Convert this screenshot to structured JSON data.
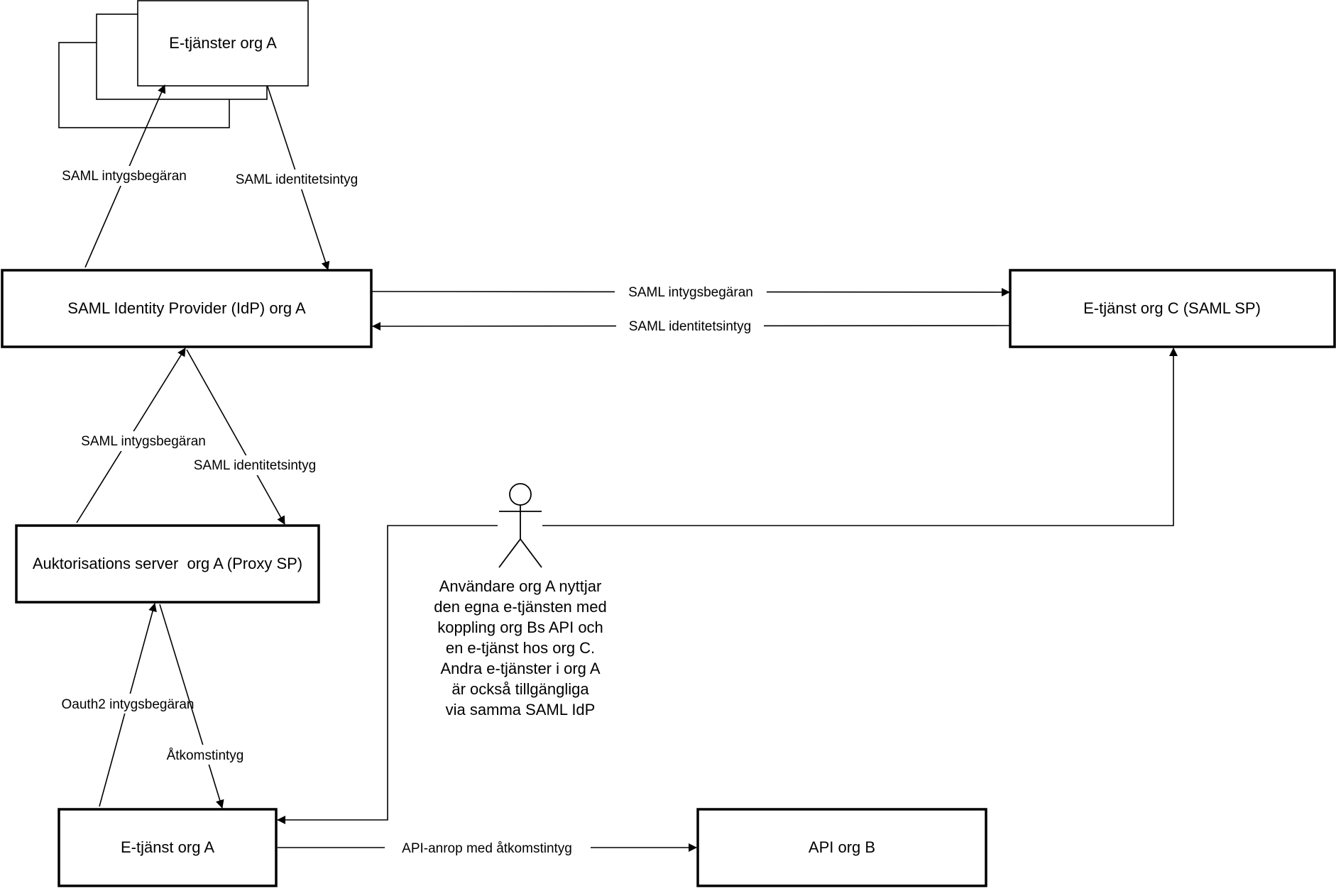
{
  "nodes": {
    "eservices_a": "E-tjänster org A",
    "idp_a": "SAML Identity Provider (IdP) org A",
    "eservice_c": "E-tjänst org C (SAML SP)",
    "auth_server": "Auktorisations server  org A (Proxy SP)",
    "eservice_a": "E-tjänst org A",
    "api_b": "API org B"
  },
  "edges": {
    "idp_to_eservices_request": "SAML intygsbegäran",
    "eservices_to_idp_assertion": "SAML identitetsintyg",
    "idp_to_c_request": "SAML intygsbegäran",
    "c_to_idp_assertion": "SAML identitetsintyg",
    "auth_to_idp_request": "SAML intygsbegäran",
    "idp_to_auth_assertion": "SAML identitetsintyg",
    "eservice_to_auth_request": "Oauth2 intygsbegäran",
    "auth_to_eservice_token": "Åtkomstintyg",
    "eservice_to_api": "API-anrop med åtkomstintyg"
  },
  "actor": {
    "description_lines": [
      "Användare org A nyttjar",
      "den egna e-tjänsten med",
      "koppling org Bs API och",
      "en e-tjänst hos org C.",
      "Andra e-tjänster i org A",
      "är också tillgängliga",
      "via samma SAML IdP"
    ]
  }
}
